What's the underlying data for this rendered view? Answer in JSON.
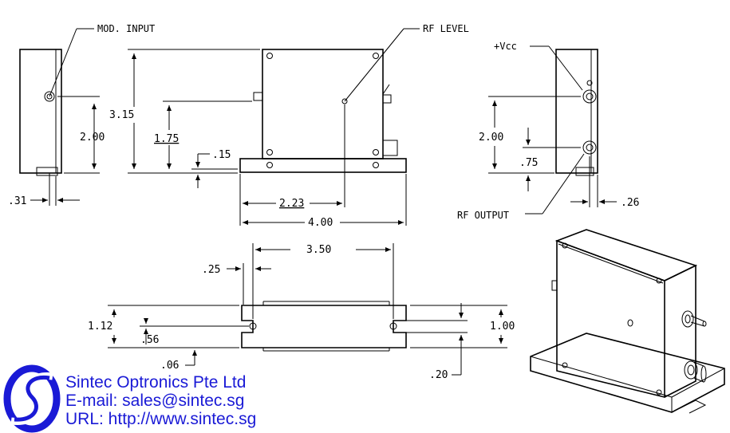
{
  "labels": {
    "mod_input": "MOD. INPUT",
    "rf_level": "RF LEVEL",
    "vcc": "+Vcc",
    "rf_output": "RF OUTPUT"
  },
  "dimensions": {
    "left_offset": ".31",
    "left_height": "2.00",
    "front_height": "3.15",
    "front_input_height": "1.75",
    "base_thickness": ".15",
    "rf_level_x": "2.23",
    "base_width": "4.00",
    "right_height": "2.00",
    "right_output_height": ".75",
    "right_offset": ".26",
    "hole_spacing": "3.50",
    "slot_inset": ".25",
    "base_depth": "1.12",
    "base_half": ".56",
    "base_lip": ".06",
    "body_depth": "1.00",
    "body_offset": ".20"
  },
  "company": {
    "name": "Sintec Optronics Pte Ltd",
    "email": "E-mail: sales@sintec.sg",
    "url": "URL: http://www.sintec.sg"
  },
  "colors": {
    "brand": "#1a1ad6",
    "line": "#000000"
  }
}
